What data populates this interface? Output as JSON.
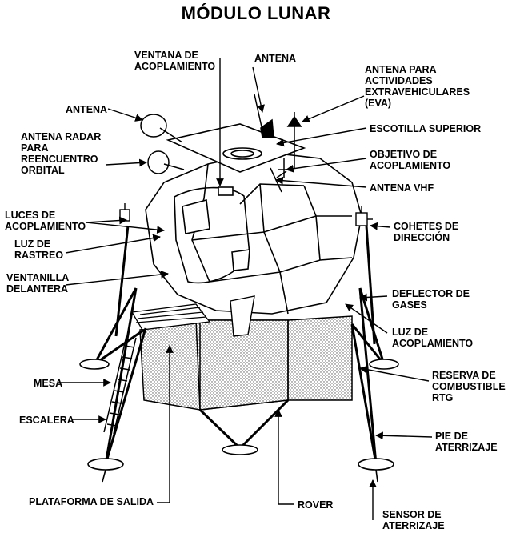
{
  "title": "MÓDULO LUNAR",
  "labels": {
    "ventana_acoplamiento": "VENTANA DE\nACOPLAMIENTO",
    "antena_top": "ANTENA",
    "antena_eva": "ANTENA PARA\nACTIVIDADES\nEXTRAVEHICULARES\n(EVA)",
    "antena_left": "ANTENA",
    "escotilla": "ESCOTILLA SUPERIOR",
    "antena_radar": "ANTENA RADAR\nPARA\nREENCUENTRO\nORBITAL",
    "objetivo": "OBJETIVO DE\nACOPLAMIENTO",
    "antena_vhf": "ANTENA VHF",
    "luces_acoplamiento": "LUCES DE\nACOPLAMIENTO",
    "cohetes": "COHETES DE\nDIRECCIÓN",
    "luz_rastreo": "LUZ DE\nRASTREO",
    "ventanilla": "VENTANILLA\nDELANTERA",
    "deflector": "DEFLECTOR DE\nGASES",
    "luz_acoplamiento": "LUZ DE\nACOPLAMIENTO",
    "mesa": "MESA",
    "reserva": "RESERVA DE\nCOMBUSTIBLE\nRTG",
    "escalera": "ESCALERA",
    "pie": "PIE DE\nATERRIZAJE",
    "plataforma": "PLATAFORMA DE SALIDA",
    "rover": "ROVER",
    "sensor": "SENSOR DE\nATERRIZAJE"
  }
}
